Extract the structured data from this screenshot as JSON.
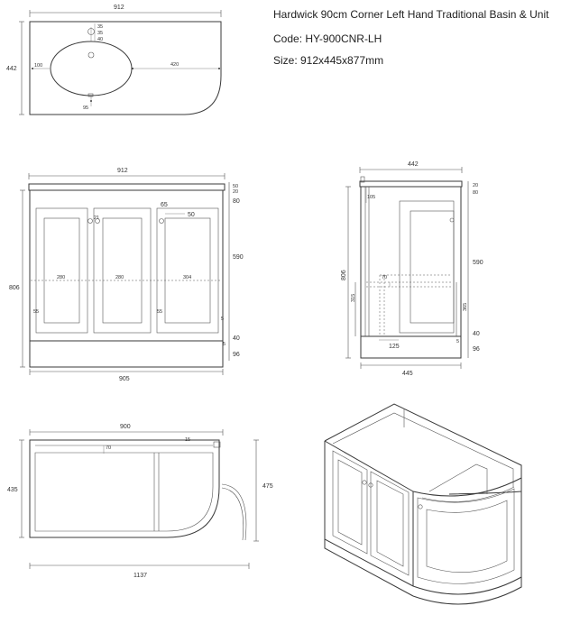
{
  "header": {
    "title": "Hardwick 90cm Corner Left Hand Traditional Basin & Unit",
    "code": "Code: HY-900CNR-LH",
    "size": "Size: 912x445x877mm"
  },
  "plan_top": {
    "width": "912",
    "depth": "442",
    "offset_1": "35",
    "offset_2": "35",
    "offset_3": "40",
    "left": "100",
    "right": "420",
    "front": "95"
  },
  "front_view": {
    "width_top": "912",
    "width_bottom": "905",
    "height": "806",
    "d_50": "50",
    "d_20": "20",
    "d_80": "80",
    "d_590": "590",
    "d_40": "40",
    "d_96": "96",
    "d_65": "65",
    "d_50b": "50",
    "d_21": "21",
    "door_1": "280",
    "door_2": "280",
    "door_3": "304",
    "d_55a": "55",
    "d_55b": "55",
    "d_5a": "5",
    "d_5b": "5"
  },
  "side_view": {
    "width_top": "442",
    "width_bottom": "445",
    "height": "806",
    "d_20": "20",
    "d_80": "80",
    "d_105": "105",
    "d_590": "590",
    "d_70": "70",
    "d_315": "315",
    "d_365": "365",
    "d_40": "40",
    "d_96": "96",
    "d_125": "125",
    "d_5": "5"
  },
  "plan_bottom": {
    "width": "900",
    "overall": "1137",
    "depth": "435",
    "curve": "475",
    "d_70": "70",
    "d_15": "15"
  }
}
